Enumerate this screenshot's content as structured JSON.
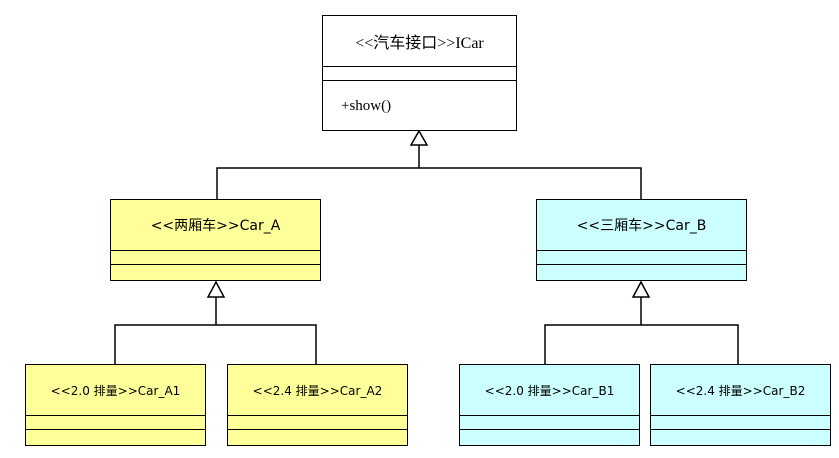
{
  "interface": {
    "name": "<<汽车接口>>ICar",
    "operation": "+show()"
  },
  "car_a": {
    "name": "<<两厢车>>Car_A"
  },
  "car_b": {
    "name": "<<三厢车>>Car_B"
  },
  "car_a1": {
    "name": "<<2.0 排量>>Car_A1"
  },
  "car_a2": {
    "name": "<<2.4 排量>>Car_A2"
  },
  "car_b1": {
    "name": "<<2.0 排量>>Car_B1"
  },
  "car_b2": {
    "name": "<<2.4 排量>>Car_B2"
  },
  "colors": {
    "yellow_fill": "#ffff99",
    "cyan_fill": "#ccffff",
    "line": "#000000"
  }
}
